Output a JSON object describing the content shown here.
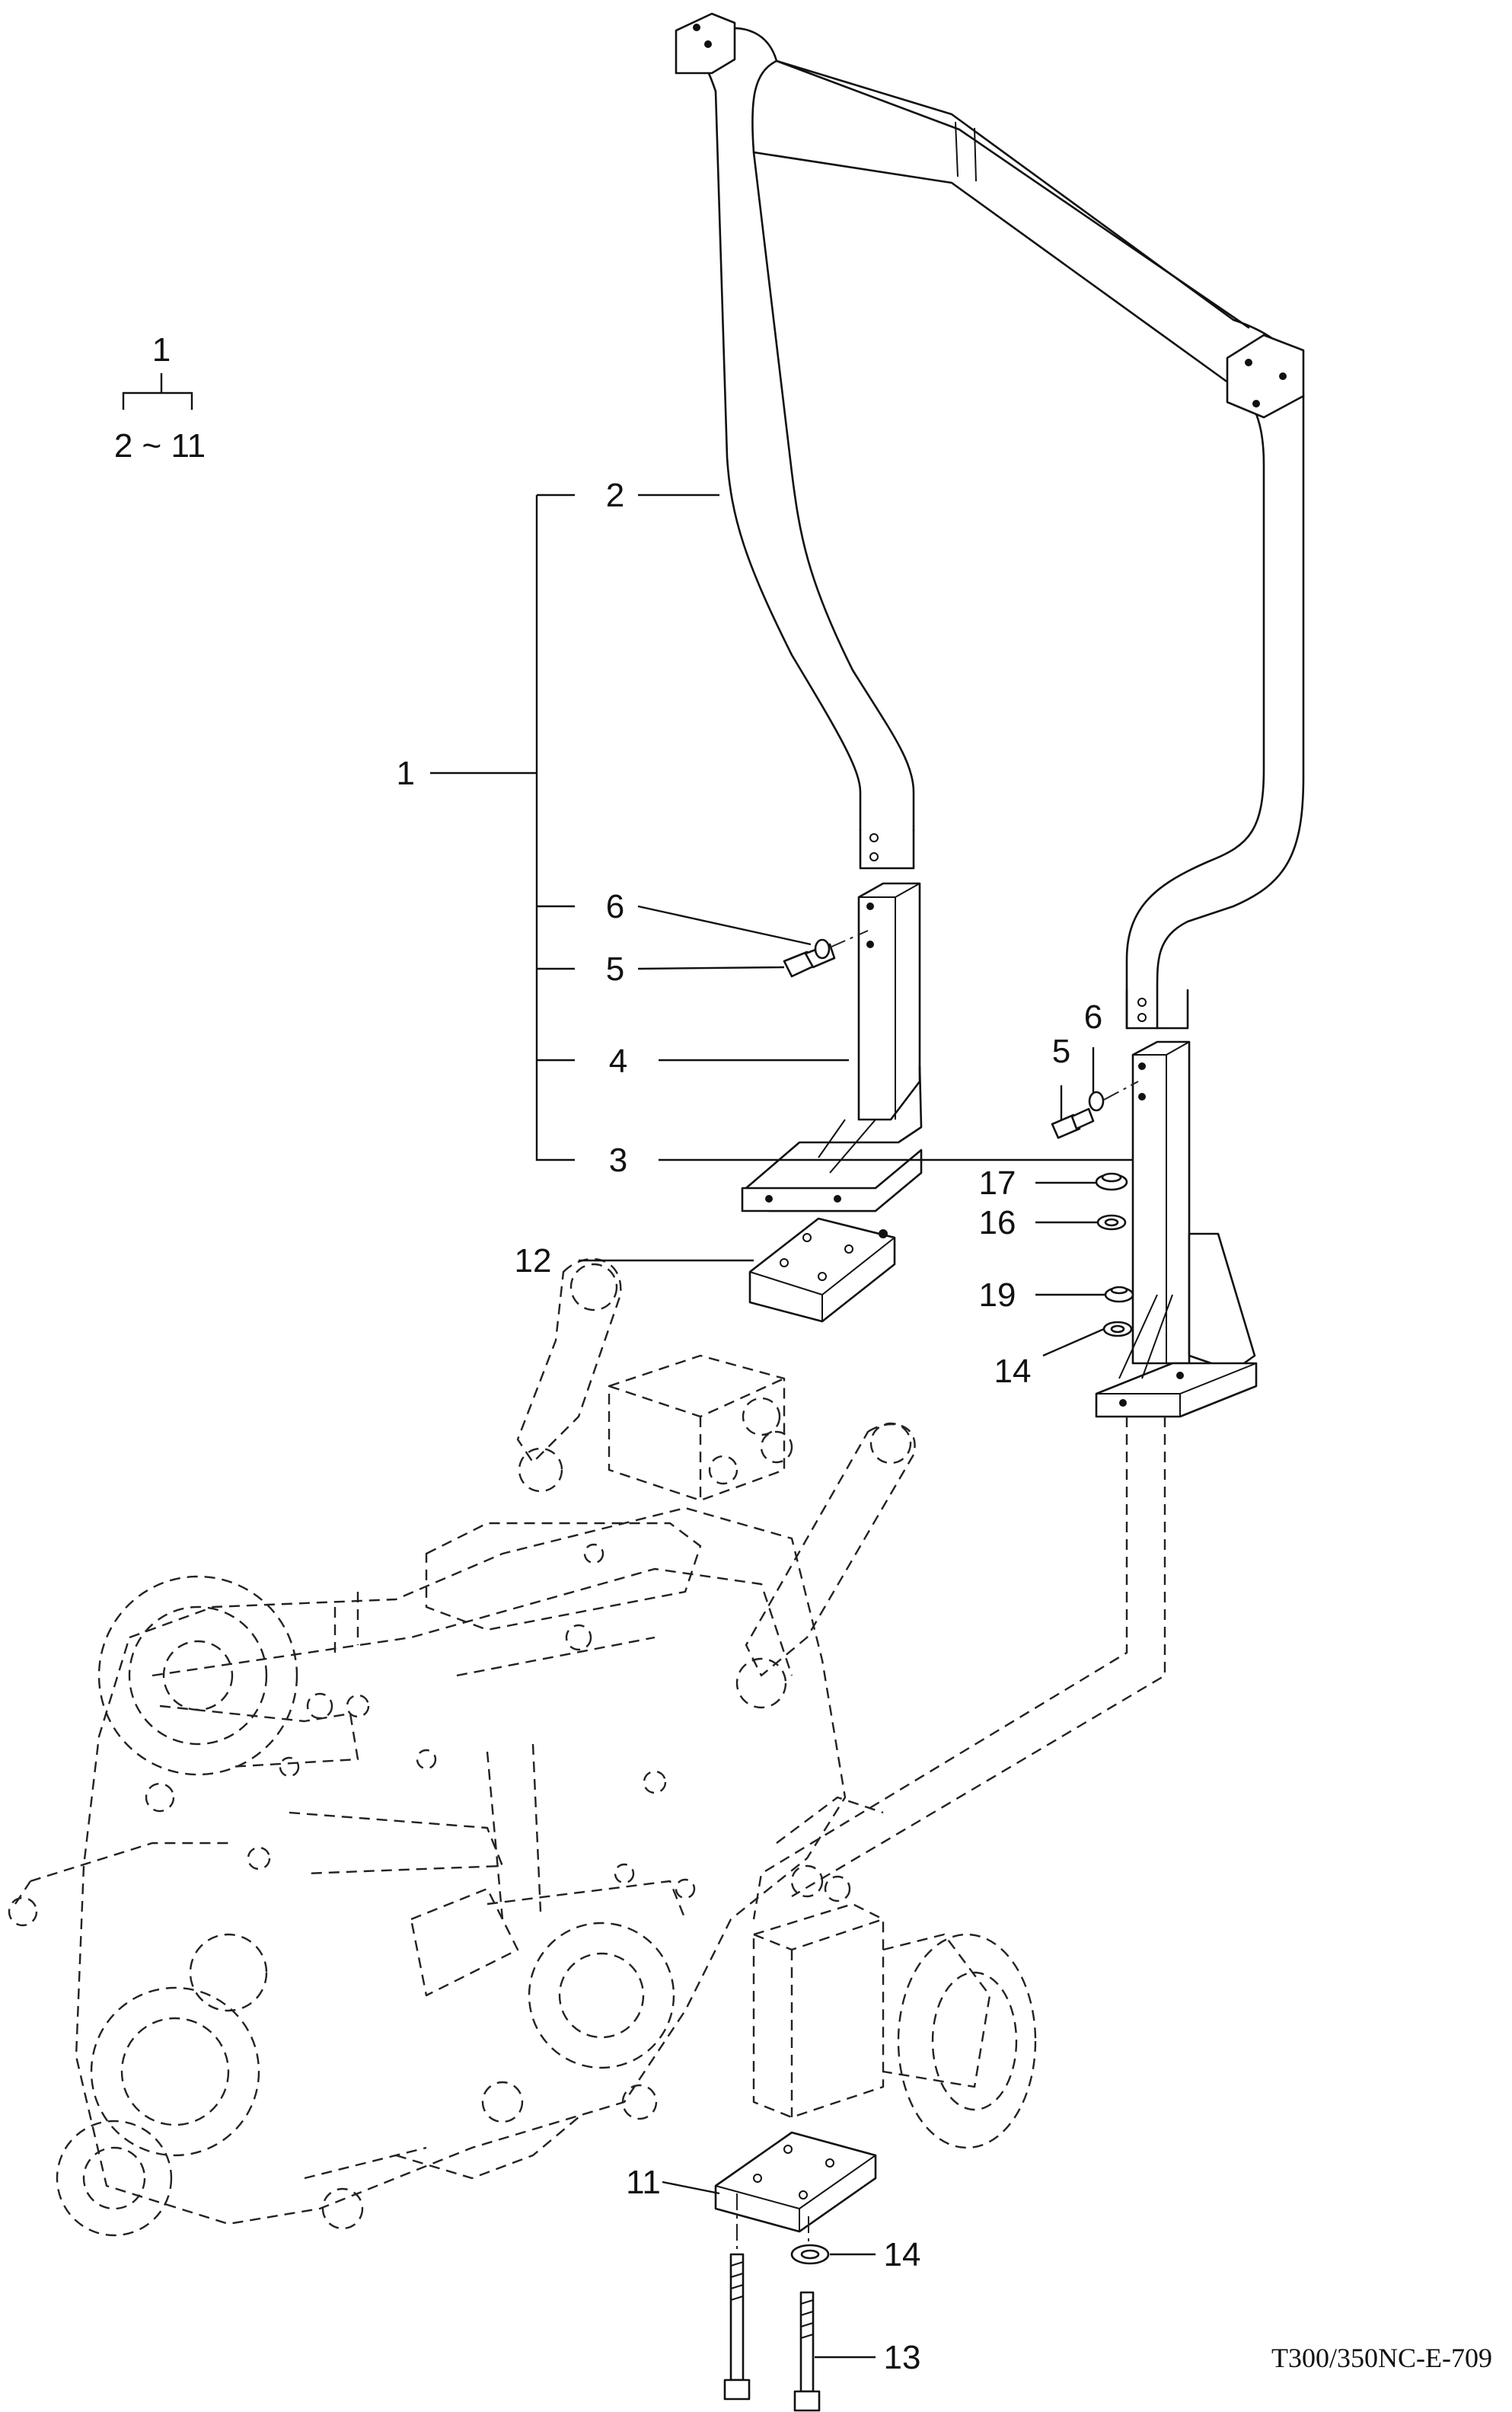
{
  "diagram": {
    "drawing_code": "T300/350NC-E-709",
    "assembly_note": {
      "parent": "1",
      "children": "2 ~ 11"
    },
    "callouts": {
      "c1": "1",
      "c2": "2",
      "c3": "3",
      "c4": "4",
      "c5_left": "5",
      "c6_left": "6",
      "c5_right": "5",
      "c6_right": "6",
      "c11": "11",
      "c12": "12",
      "c13": "13",
      "c14_upper": "14",
      "c14_lower": "14",
      "c16": "16",
      "c17": "17",
      "c19": "19"
    }
  }
}
